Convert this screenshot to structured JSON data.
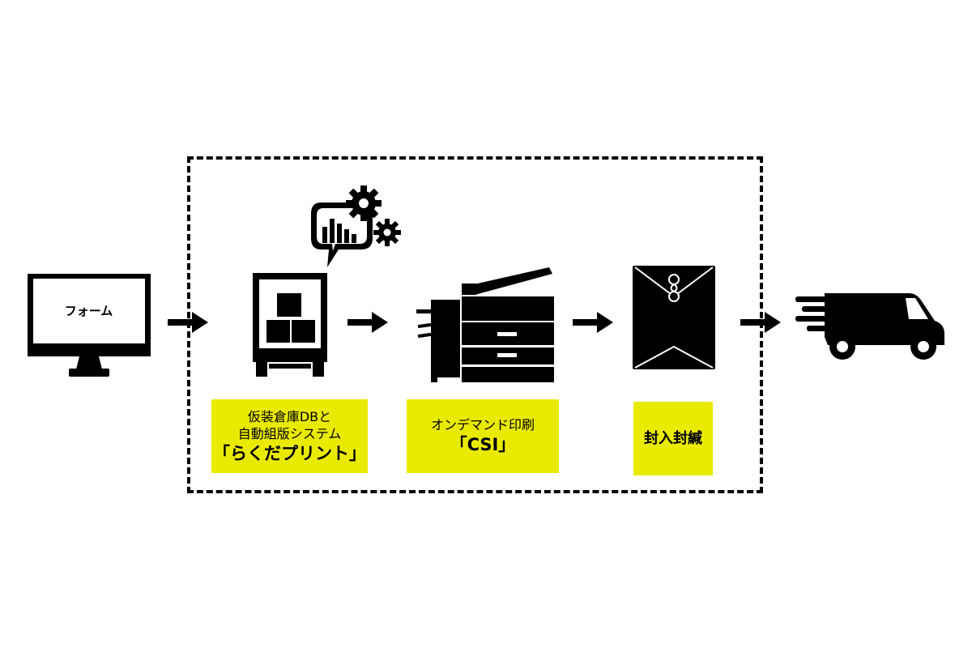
{
  "flow": {
    "form": {
      "label": "フォーム"
    },
    "steps": [
      {
        "id": "rakuda",
        "line1": "仮装倉庫DBと",
        "line2": "自動組版システム",
        "name": "「らくだプリント」"
      },
      {
        "id": "csi",
        "line1": "オンデマンド印刷",
        "name": "「CSI」"
      },
      {
        "id": "enclose",
        "name": "封入封緘"
      }
    ]
  },
  "colors": {
    "label_background": "#eaea00",
    "icon": "#000000",
    "background": "#ffffff"
  },
  "icons": [
    "monitor-icon",
    "arrow-right-icon",
    "server-rack-icon",
    "analytics-gears-icon",
    "printer-icon",
    "envelope-icon",
    "delivery-van-icon"
  ]
}
